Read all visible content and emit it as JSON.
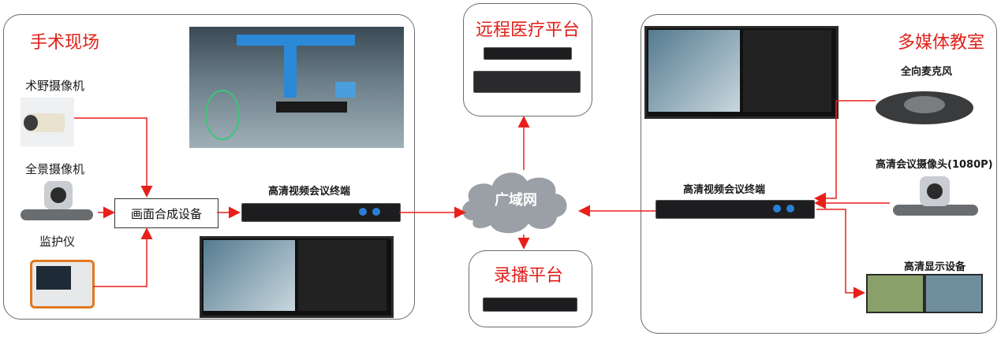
{
  "panels": {
    "surgery": {
      "title": "手术现场"
    },
    "remote": {
      "title": "远程医疗平台"
    },
    "recording": {
      "title": "录播平台"
    },
    "classroom": {
      "title": "多媒体教室"
    }
  },
  "surgery_labels": {
    "field_camera": "术野摄像机",
    "panorama_camera": "全景摄像机",
    "monitor": "监护仪",
    "compositor": "画面合成设备",
    "terminal": "高清视频会议终端"
  },
  "network": {
    "label": "广域网"
  },
  "classroom_labels": {
    "terminal": "高清视频会议终端",
    "microphone": "全向麦克风",
    "camera": "高清会议摄像头(1080P)",
    "display": "高清显示设备"
  },
  "colors": {
    "arrow": "#e8201a",
    "title": "#e0201a",
    "cloud": "#9aa0a6"
  }
}
